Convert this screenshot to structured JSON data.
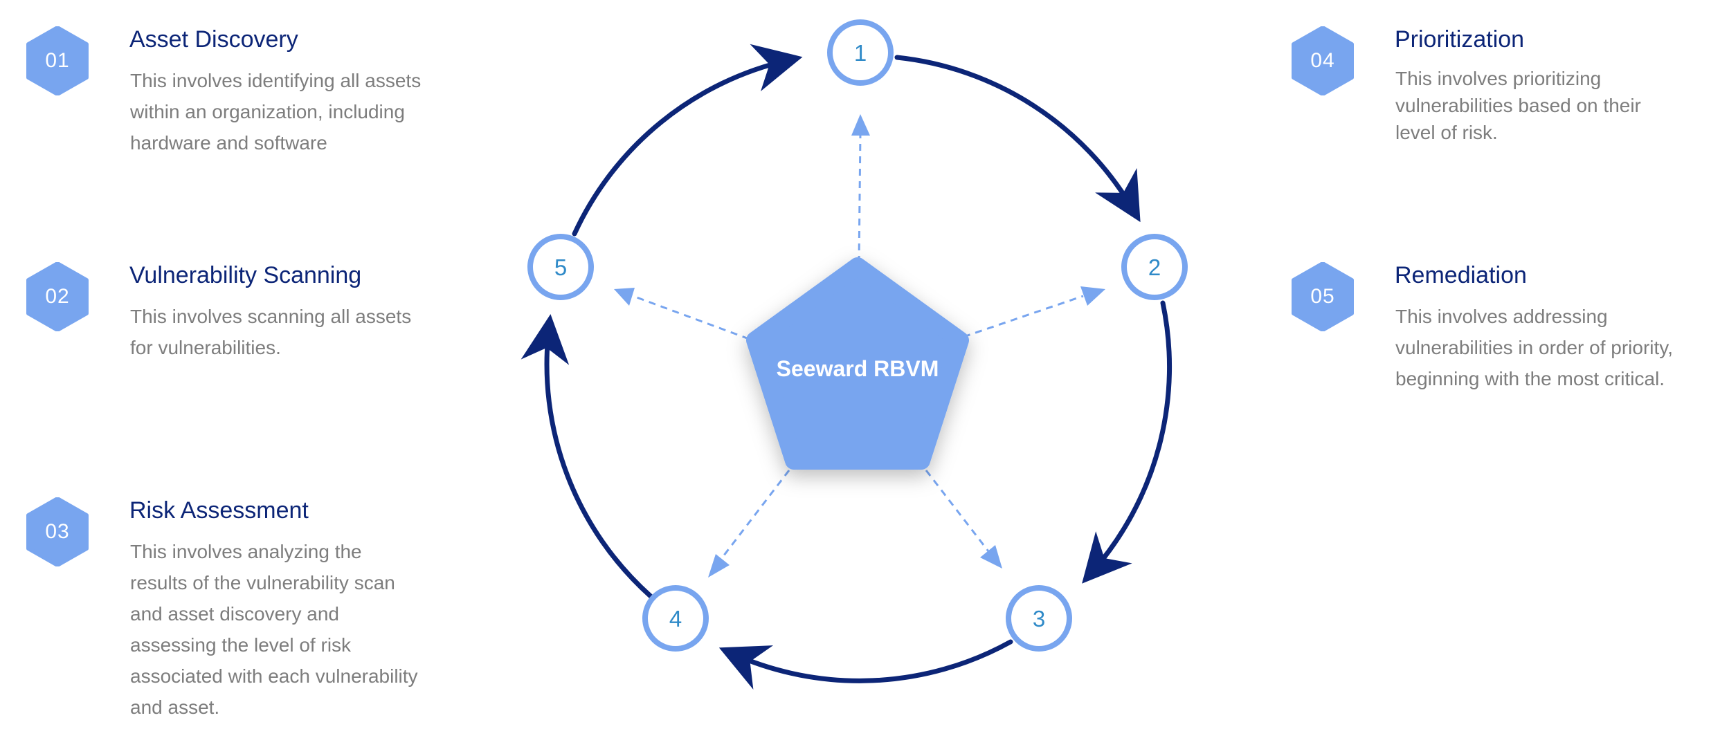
{
  "colors": {
    "badge": "#78a5ef",
    "title": "#0c2577",
    "desc": "#7d7d7d",
    "ring": "#0c2577",
    "node": "#78a5ef",
    "node_number": "#2f8ac8",
    "center": "#78a5ef"
  },
  "steps": [
    {
      "number": "01",
      "title": "Asset Discovery",
      "description": "This involves identifying all assets within an organization, including hardware and software"
    },
    {
      "number": "02",
      "title": "Vulnerability Scanning",
      "description": "This involves scanning all assets for vulnerabilities."
    },
    {
      "number": "03",
      "title": "Risk Assessment",
      "description": "This involves analyzing the results of the vulnerability scan and asset discovery and assessing the level of risk associated with each vulnerability and asset."
    },
    {
      "number": "04",
      "title": "Prioritization",
      "description": "This involves prioritizing vulnerabilities based on their level of risk."
    },
    {
      "number": "05",
      "title": "Remediation",
      "description": "This involves addressing vulnerabilities in order of priority, beginning with the most critical."
    }
  ],
  "cycle": {
    "center_label": "Seeward RBVM",
    "nodes": [
      "1",
      "2",
      "3",
      "4",
      "5"
    ]
  }
}
